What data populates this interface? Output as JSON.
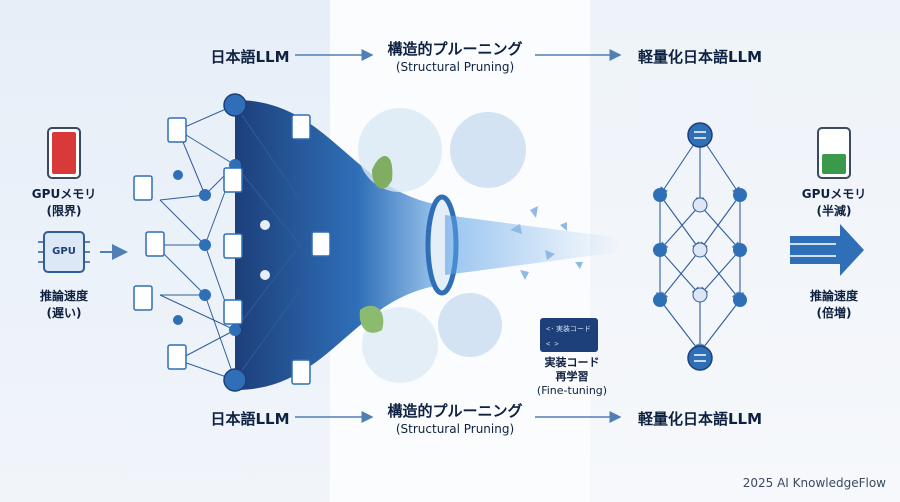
{
  "top_flow": {
    "source": "日本語LLM",
    "method": "構造的プルーニング",
    "method_en": "(Structural Pruning)",
    "result": "軽量化日本語LLM"
  },
  "bottom_flow": {
    "source": "日本語LLM",
    "method": "構造的プルーニング",
    "method_en": "(Structural Pruning)",
    "result": "軽量化日本語LLM"
  },
  "left_side": {
    "memory_label": "GPUメモリ",
    "memory_state": "(限界)",
    "chip_label": "GPU",
    "speed_label": "推論速度",
    "speed_state": "(遅い)"
  },
  "right_side": {
    "memory_label": "GPUメモリ",
    "memory_state": "(半減)",
    "speed_label": "推論速度",
    "speed_state": "(倍増)"
  },
  "finetune": {
    "terminal_text": "実装コード",
    "line1": "実装コード",
    "line2": "再学習",
    "line3": "(Fine-tuning)"
  },
  "footer": "2025 AI KnowledgeFlow",
  "colors": {
    "accent": "#2f6fb8",
    "dark": "#1d3f7a",
    "memory_full": "#d83a3a",
    "memory_half": "#3a9a4a"
  }
}
